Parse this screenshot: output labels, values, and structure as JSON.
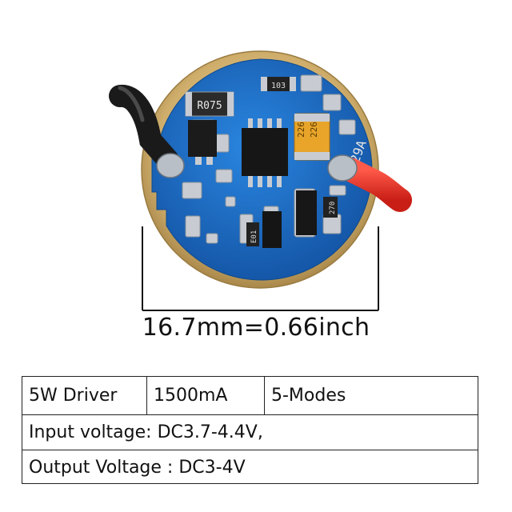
{
  "figure": {
    "board": {
      "resistor_marking": "R075",
      "smd_marking_top": "103",
      "capacitor_marking_1": "226",
      "capacitor_marking_2": "226",
      "edge_marking": "29A",
      "right_resistor_marking": "270",
      "bottom_marking": "E01"
    },
    "colors": {
      "pcb": "#1f6fc4",
      "gold_ring": "#c9a868",
      "solder": "#b9bfc6",
      "wire_black": "#1a1a1a",
      "wire_red": "#e23a30",
      "tantalum": "#e8a52a"
    },
    "dimension_label": "16.7mm=0.66inch"
  },
  "spec_table": {
    "row1": {
      "col1": "5W Driver",
      "col2": "1500mA",
      "col3": "5-Modes"
    },
    "row2": "Input voltage: DC3.7-4.4V,",
    "row3": "Output Voltage : DC3-4V"
  }
}
